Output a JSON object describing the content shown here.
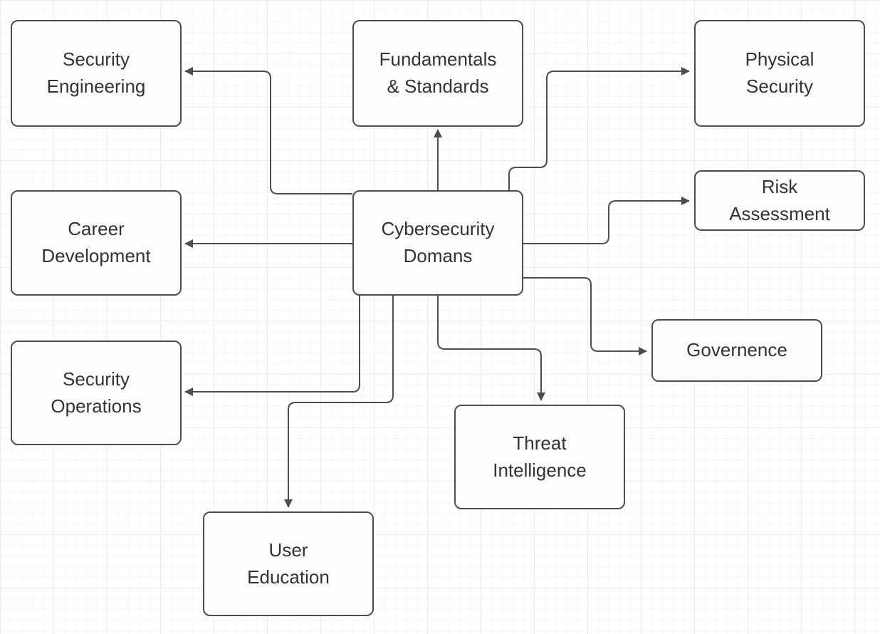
{
  "diagram": {
    "nodes": {
      "center": {
        "label": "Cybersecurity\nDomans"
      },
      "security_engineering": {
        "label": "Security\nEngineering"
      },
      "fundamentals_standards": {
        "label": "Fundamentals\n& Standards"
      },
      "physical_security": {
        "label": "Physical\nSecurity"
      },
      "career_development": {
        "label": "Career\nDevelopment"
      },
      "risk_assessment": {
        "label": "Risk\nAssessment"
      },
      "governence": {
        "label": "Governence"
      },
      "security_operations": {
        "label": "Security\nOperations"
      },
      "threat_intelligence": {
        "label": "Threat\nIntelligence"
      },
      "user_education": {
        "label": "User\nEducation"
      }
    },
    "edges": [
      {
        "from": "center",
        "to": "fundamentals_standards"
      },
      {
        "from": "center",
        "to": "security_engineering"
      },
      {
        "from": "center",
        "to": "physical_security"
      },
      {
        "from": "center",
        "to": "career_development"
      },
      {
        "from": "center",
        "to": "risk_assessment"
      },
      {
        "from": "center",
        "to": "governence"
      },
      {
        "from": "center",
        "to": "threat_intelligence"
      },
      {
        "from": "center",
        "to": "user_education"
      },
      {
        "from": "center",
        "to": "security_operations"
      }
    ],
    "colors": {
      "node_fill": "#fdfdfd",
      "node_border": "#4d4d4d",
      "edge": "#4d4d4d",
      "text": "#333333"
    }
  }
}
